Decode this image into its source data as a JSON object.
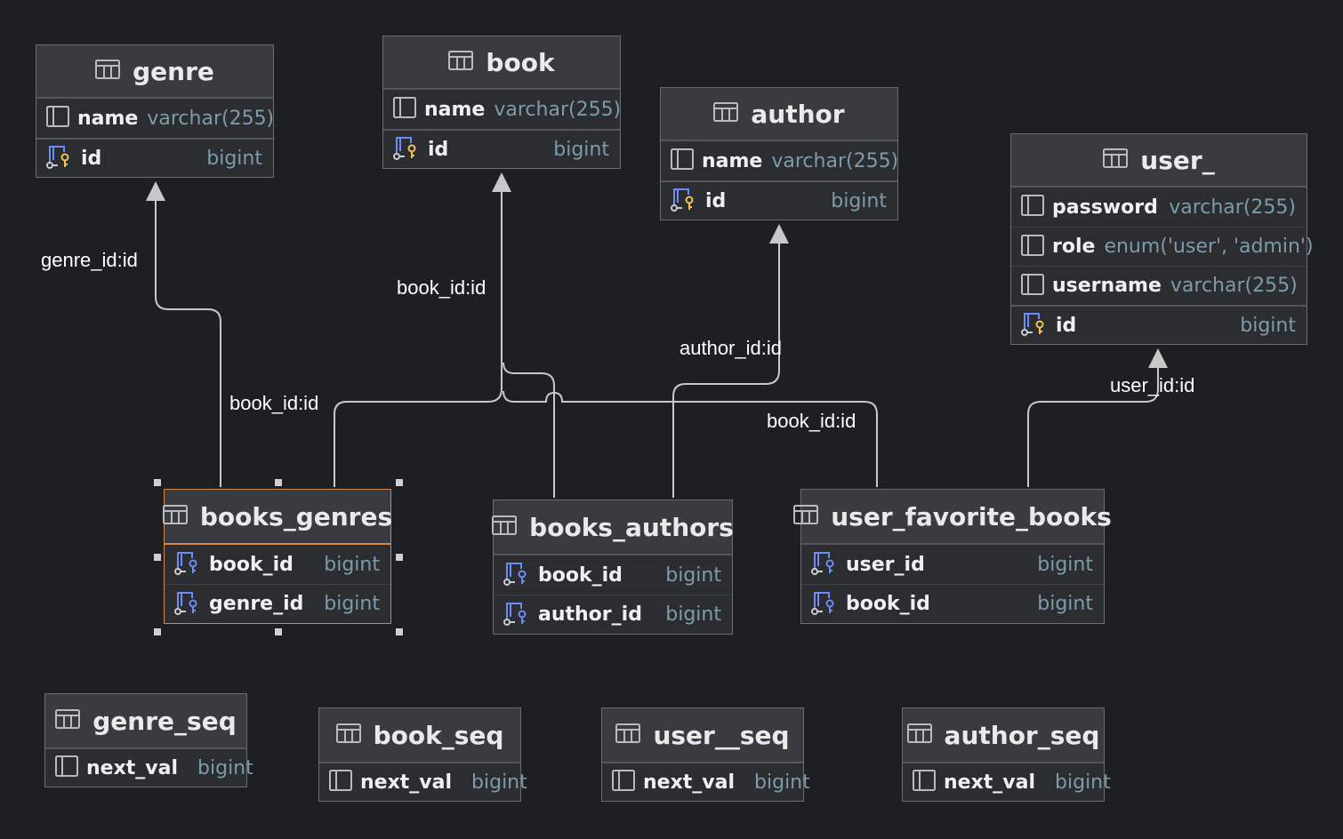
{
  "colors": {
    "background": "#1e1f22",
    "table_header": "#393b40",
    "table_body": "#2b2d30",
    "column_type": "#7c9bab",
    "selection_border": "#d4874b",
    "connector": "#c8c8c8"
  },
  "tables": {
    "genre": {
      "title": "genre",
      "columns": [
        {
          "name": "name",
          "type": "varchar(255)",
          "icon": "column-icon"
        },
        {
          "name": "id",
          "type": "bigint",
          "icon": "primary-key-icon"
        }
      ]
    },
    "book": {
      "title": "book",
      "columns": [
        {
          "name": "name",
          "type": "varchar(255)",
          "icon": "column-icon"
        },
        {
          "name": "id",
          "type": "bigint",
          "icon": "primary-key-icon"
        }
      ]
    },
    "author": {
      "title": "author",
      "columns": [
        {
          "name": "name",
          "type": "varchar(255)",
          "icon": "column-icon"
        },
        {
          "name": "id",
          "type": "bigint",
          "icon": "primary-key-icon"
        }
      ]
    },
    "user_": {
      "title": "user_",
      "columns": [
        {
          "name": "password",
          "type": "varchar(255)",
          "icon": "column-icon"
        },
        {
          "name": "role",
          "type": "enum('user', 'admin')",
          "icon": "column-icon"
        },
        {
          "name": "username",
          "type": "varchar(255)",
          "icon": "column-icon"
        },
        {
          "name": "id",
          "type": "bigint",
          "icon": "primary-key-icon"
        }
      ]
    },
    "books_genres": {
      "title": "books_genres",
      "selected": true,
      "columns": [
        {
          "name": "book_id",
          "type": "bigint",
          "icon": "foreign-key-icon"
        },
        {
          "name": "genre_id",
          "type": "bigint",
          "icon": "foreign-key-icon"
        }
      ]
    },
    "books_authors": {
      "title": "books_authors",
      "columns": [
        {
          "name": "book_id",
          "type": "bigint",
          "icon": "foreign-key-icon"
        },
        {
          "name": "author_id",
          "type": "bigint",
          "icon": "foreign-key-icon"
        }
      ]
    },
    "user_favorite_books": {
      "title": "user_favorite_books",
      "columns": [
        {
          "name": "user_id",
          "type": "bigint",
          "icon": "foreign-key-icon"
        },
        {
          "name": "book_id",
          "type": "bigint",
          "icon": "foreign-key-icon"
        }
      ]
    },
    "genre_seq": {
      "title": "genre_seq",
      "columns": [
        {
          "name": "next_val",
          "type": "bigint",
          "icon": "column-icon"
        }
      ]
    },
    "book_seq": {
      "title": "book_seq",
      "columns": [
        {
          "name": "next_val",
          "type": "bigint",
          "icon": "column-icon"
        }
      ]
    },
    "user__seq": {
      "title": "user__seq",
      "columns": [
        {
          "name": "next_val",
          "type": "bigint",
          "icon": "column-icon"
        }
      ]
    },
    "author_seq": {
      "title": "author_seq",
      "columns": [
        {
          "name": "next_val",
          "type": "bigint",
          "icon": "column-icon"
        }
      ]
    }
  },
  "relations": {
    "bg_genre": "genre_id:id",
    "bg_book": "book_id:id",
    "ba_book": "book_id:id",
    "ba_author": "author_id:id",
    "ufb_book": "book_id:id",
    "ufb_user": "user_id:id"
  }
}
